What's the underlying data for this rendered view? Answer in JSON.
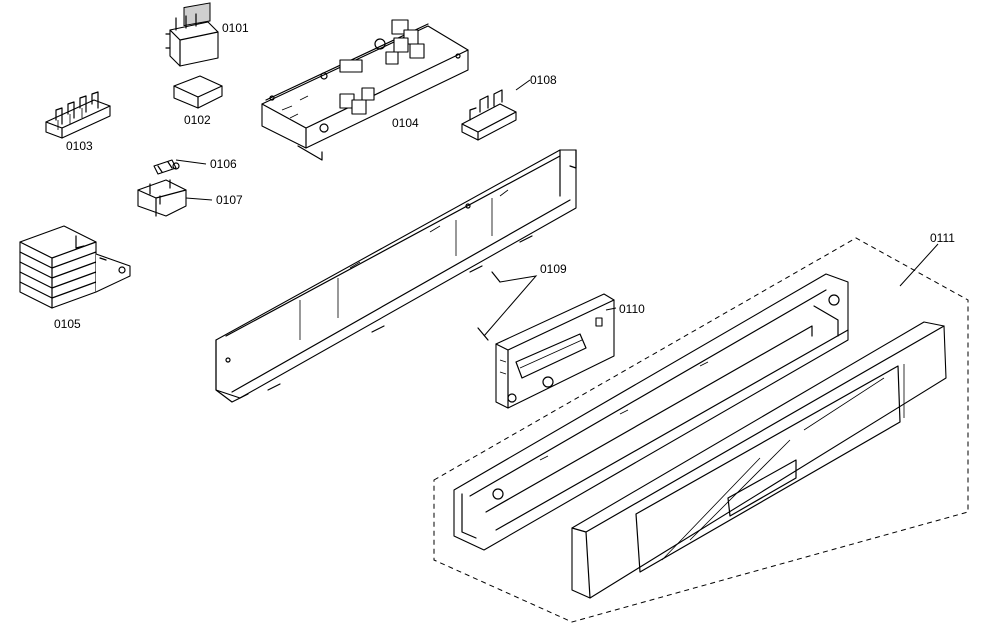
{
  "part_labels": [
    {
      "id": "p0101",
      "text": "0101"
    },
    {
      "id": "p0102",
      "text": "0102"
    },
    {
      "id": "p0103",
      "text": "0103"
    },
    {
      "id": "p0104",
      "text": "0104"
    },
    {
      "id": "p0105",
      "text": "0105"
    },
    {
      "id": "p0106",
      "text": "0106"
    },
    {
      "id": "p0107",
      "text": "0107"
    },
    {
      "id": "p0108",
      "text": "0108"
    },
    {
      "id": "p0109",
      "text": "0109"
    },
    {
      "id": "p0110",
      "text": "0110"
    },
    {
      "id": "p0111",
      "text": "0111"
    }
  ]
}
